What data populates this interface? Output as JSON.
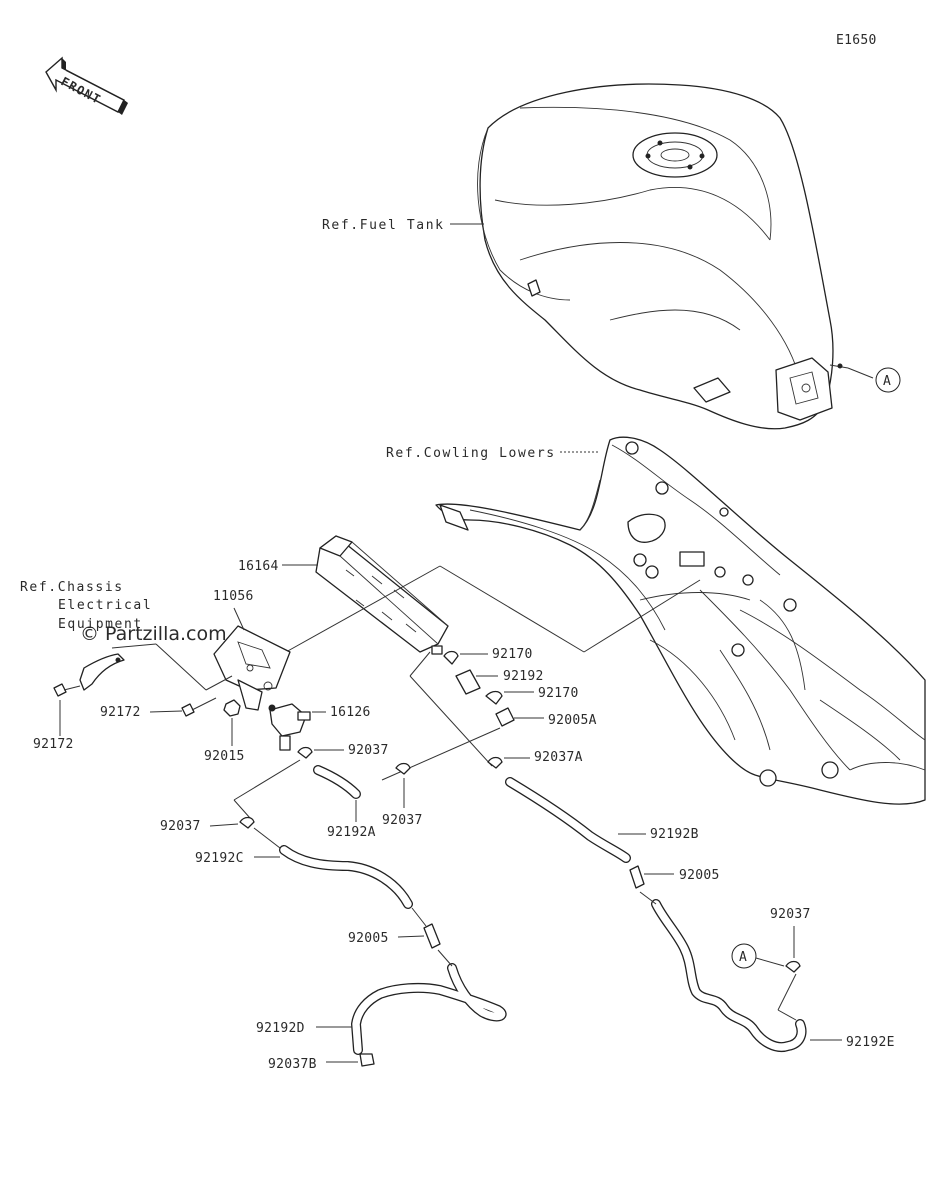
{
  "diagram_code": "E1650",
  "front_arrow_label": "FRONT",
  "watermark": "© Partzilla.com",
  "callout_letter": "A",
  "references": {
    "fuel_tank": "Ref.Fuel Tank",
    "cowling_lowers": "Ref.Cowling Lowers",
    "chassis_line1": "Ref.Chassis",
    "chassis_line2": "Electrical",
    "chassis_line3": "Equipment"
  },
  "parts": {
    "p16164": "16164",
    "p11056": "11056",
    "p92172": "92172",
    "p92015": "92015",
    "p16126": "16126",
    "p92170": "92170",
    "p92192": "92192",
    "p92005A": "92005A",
    "p92037": "92037",
    "p92037A": "92037A",
    "p92192A": "92192A",
    "p92192B": "92192B",
    "p92192C": "92192C",
    "p92005": "92005",
    "p92192D": "92192D",
    "p92037B": "92037B",
    "p92192E": "92192E"
  }
}
